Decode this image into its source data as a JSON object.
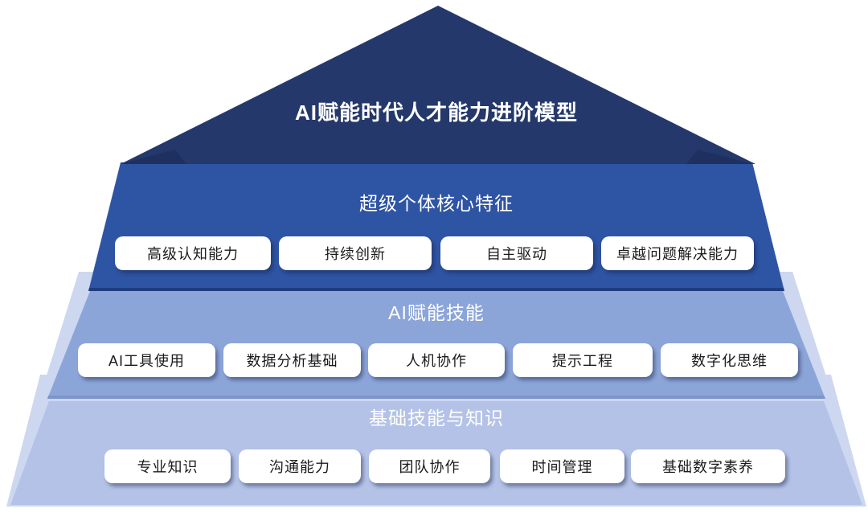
{
  "title": "AI赋能时代人才能力进阶模型",
  "tiers": [
    {
      "id": "super-individual-core-traits",
      "heading": "超级个体核心特征",
      "pills": [
        "高级认知能力",
        "持续创新",
        "自主驱动",
        "卓越问题解决能力"
      ]
    },
    {
      "id": "ai-empowered-skills",
      "heading": "AI赋能技能",
      "pills": [
        "AI工具使用",
        "数据分析基础",
        "人机协作",
        "提示工程",
        "数字化思维"
      ]
    },
    {
      "id": "foundational-skills-knowledge",
      "heading": "基础技能与知识",
      "pills": [
        "专业知识",
        "沟通能力",
        "团队协作",
        "时间管理",
        "基础数字素养"
      ]
    }
  ],
  "colors": {
    "tier1": "#24386b",
    "tier1_fold": "#1d3060",
    "tier2": "#2e54a4",
    "tier2_edge": "#1f3d7e",
    "tier3": "#8ca5d9",
    "tier3_edge": "#7d95c9",
    "tier4": "#b4c2e7",
    "flap": "#cdd7f0",
    "pill_bg": "#ffffff",
    "pill_text": "#1a1a1a",
    "heading_text": "#ffffff"
  }
}
